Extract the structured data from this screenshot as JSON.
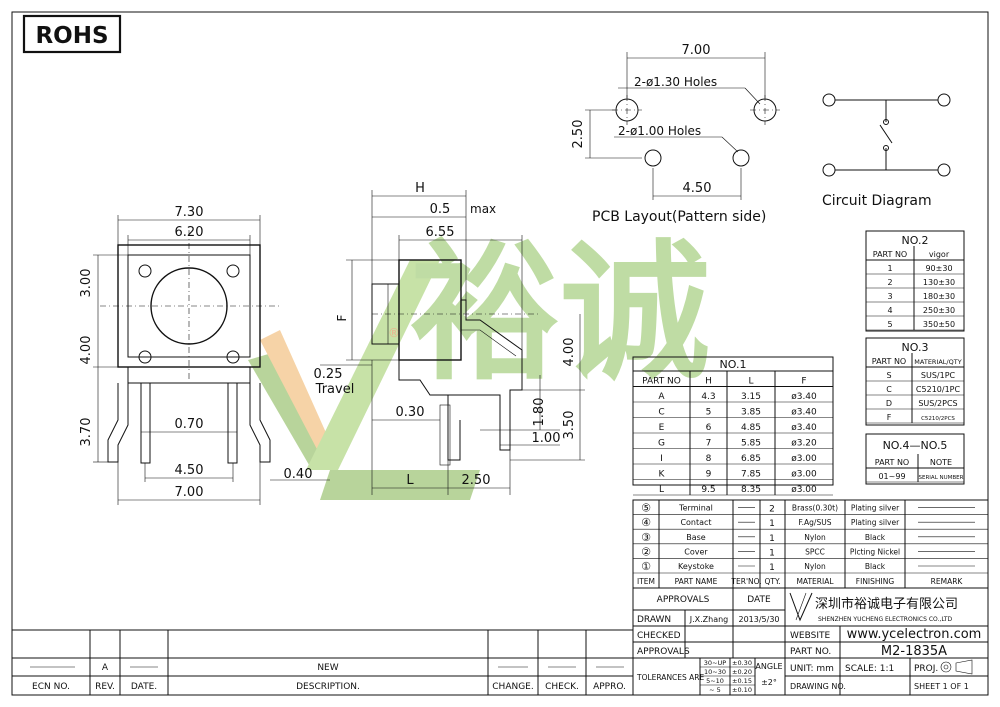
{
  "rohs": "ROHS",
  "pcb": {
    "dim_top": "7.00",
    "holes_large": "2-ø1.30 Holes",
    "holes_small": "2-ø1.00 Holes",
    "dim_side": "2.50",
    "dim_bottom": "4.50",
    "caption": "PCB Layout(Pattern side)"
  },
  "circuit_caption": "Circuit Diagram",
  "front": {
    "d730": "7.30",
    "d620": "6.20",
    "d300": "3.00",
    "d400": "4.00",
    "d370": "3.70",
    "d070": "0.70",
    "d450": "4.50",
    "d700": "7.00"
  },
  "side": {
    "h": "H",
    "d05": "0.5",
    "max": "max",
    "d655": "6.55",
    "f": "F",
    "d025": "0.25",
    "travel": "Travel",
    "d030": "0.30",
    "d040": "0.40",
    "d180": "1.80",
    "d100": "1.00",
    "d400": "4.00",
    "d350": "3.50",
    "l": "L",
    "d250": "2.50"
  },
  "watermark": {
    "mark": "®",
    "chars": "裕诚"
  },
  "no1": {
    "title": "NO.1",
    "headers": [
      "PART NO",
      "H",
      "L",
      "F"
    ],
    "rows": [
      [
        "A",
        "4.3",
        "3.15",
        "ø3.40"
      ],
      [
        "C",
        "5",
        "3.85",
        "ø3.40"
      ],
      [
        "E",
        "6",
        "4.85",
        "ø3.40"
      ],
      [
        "G",
        "7",
        "5.85",
        "ø3.20"
      ],
      [
        "I",
        "8",
        "6.85",
        "ø3.00"
      ],
      [
        "K",
        "9",
        "7.85",
        "ø3.00"
      ],
      [
        "L",
        "9.5",
        "8.35",
        "ø3.00"
      ]
    ]
  },
  "no2": {
    "title": "NO.2",
    "headers": [
      "PART NO",
      "vigor"
    ],
    "rows": [
      [
        "1",
        "90±30"
      ],
      [
        "2",
        "130±30"
      ],
      [
        "3",
        "180±30"
      ],
      [
        "4",
        "250±30"
      ],
      [
        "5",
        "350±50"
      ]
    ]
  },
  "no3": {
    "title": "NO.3",
    "headers": [
      "PART NO",
      "MATERIAL/QTY"
    ],
    "rows": [
      [
        "S",
        "SUS/1PC"
      ],
      [
        "C",
        "C5210/1PC"
      ],
      [
        "D",
        "SUS/2PCS"
      ],
      [
        "F",
        "C5210/2PCS"
      ]
    ]
  },
  "no45": {
    "title": "NO.4—NO.5",
    "headers": [
      "PART NO",
      "NOTE"
    ],
    "rows": [
      [
        "01~99",
        "SERIAL NUMBER"
      ]
    ]
  },
  "bom": {
    "rows": [
      [
        "⑤",
        "Terminal",
        "2",
        "Brass(0.30t)",
        "Plating silver"
      ],
      [
        "④",
        "Contact",
        "1",
        "F.Ag/SUS",
        "Plating silver"
      ],
      [
        "③",
        "Base",
        "1",
        "Nylon",
        "Black"
      ],
      [
        "②",
        "Cover",
        "1",
        "SPCC",
        "Plcting Nickel"
      ],
      [
        "①",
        "Keystoke",
        "1",
        "Nylon",
        "Black"
      ]
    ],
    "headers": [
      "ITEM",
      "PART NAME",
      "TER'NO.",
      "QTY.",
      "MATERIAL",
      "FINISHING",
      "REMARK"
    ]
  },
  "title_block": {
    "approvals_hdr": "APPROVALS",
    "date_hdr": "DATE",
    "drawn": "DRAWN",
    "drawn_by": "J.X.Zhang",
    "drawn_date": "2013/5/30",
    "checked": "CHECKED",
    "approvals": "APPROVALS",
    "tolerances": "TOLERANCES ARE",
    "tol_ranges": [
      "30~UP",
      "10~30",
      "5~10",
      "~ 5"
    ],
    "tol_values": [
      "±0.30",
      "±0.20",
      "±0.15",
      "±0.10"
    ],
    "angle": "ANGLE",
    "angle_val": "±2°",
    "company_cn": "深圳市裕诚电子有限公司",
    "company_en": "SHENZHEN YUCHENG ELECTRONICS CO.,LTD",
    "website_lbl": "WEBSITE",
    "website": "www.ycelectron.com",
    "partno_lbl": "PART NO.",
    "partno": "M2-1835A",
    "unit": "UNIT: mm",
    "scale": "SCALE:  1:1",
    "proj": "PROJ.",
    "drawing_no": "DRAWING NO.",
    "sheet": "SHEET  1 OF 1"
  },
  "revision": {
    "rev": "A",
    "new": "NEW",
    "headers": [
      "ECN NO.",
      "REV.",
      "DATE.",
      "DESCRIPTION.",
      "CHANGE.",
      "CHECK.",
      "APPRO."
    ]
  }
}
